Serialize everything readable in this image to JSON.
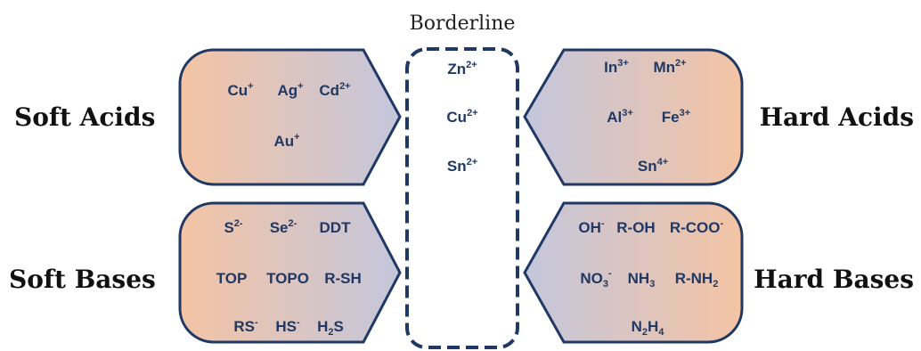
{
  "colors": {
    "outline": "#1f3864",
    "ion_text": "#1f3864",
    "fill_peach": "#f4c4a4",
    "fill_lavender": "#c4c6dc",
    "label_text": "#111111"
  },
  "borderline": {
    "title": "Borderline",
    "ions": [
      {
        "base": "Zn",
        "sup": "2+"
      },
      {
        "base": "Cu",
        "sup": "2+"
      },
      {
        "base": "Sn",
        "sup": "2+"
      }
    ]
  },
  "soft_acids": {
    "label": "Soft Acids",
    "ions": [
      {
        "base": "Cu",
        "sup": "+"
      },
      {
        "base": "Ag",
        "sup": "+"
      },
      {
        "base": "Cd",
        "sup": "2+"
      },
      {
        "base": "Au",
        "sup": "+"
      }
    ]
  },
  "hard_acids": {
    "label": "Hard Acids",
    "ions": [
      {
        "base": "In",
        "sup": "3+"
      },
      {
        "base": "Mn",
        "sup": "2+"
      },
      {
        "base": "Al",
        "sup": "3+"
      },
      {
        "base": "Fe",
        "sup": "3+"
      },
      {
        "base": "Sn",
        "sup": "4+"
      }
    ]
  },
  "soft_bases": {
    "label": "Soft Bases",
    "ions": [
      {
        "base": "S",
        "sup": "2-"
      },
      {
        "base": "Se",
        "sup": "2-"
      },
      {
        "base": "DDT"
      },
      {
        "base": "TOP"
      },
      {
        "base": "TOPO"
      },
      {
        "base": "R-SH"
      },
      {
        "base": "RS",
        "sup": "-"
      },
      {
        "base": "HS",
        "sup": "-"
      },
      {
        "base": "H",
        "sub": "2",
        "tail": "S"
      }
    ]
  },
  "hard_bases": {
    "label": "Hard Bases",
    "ions": [
      {
        "base": "OH",
        "sup": "-"
      },
      {
        "base": "R-OH"
      },
      {
        "base": "R-COO",
        "sup": "-"
      },
      {
        "base": "NO",
        "sub": "3",
        "sup": "-"
      },
      {
        "base": "NH",
        "sub": "3"
      },
      {
        "base": "R-NH",
        "sub": "2"
      },
      {
        "base": "N",
        "sub": "2",
        "tail": "H",
        "sub2": "4"
      }
    ]
  }
}
